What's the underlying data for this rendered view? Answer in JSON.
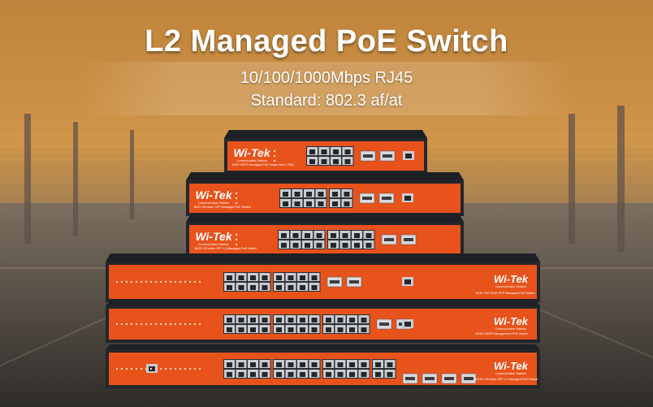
{
  "headline": {
    "title": "L2 Managed PoE Switch",
    "line1": "10/100/1000Mbps RJ45",
    "line2": "Standard: 802.3 af/at"
  },
  "brand": {
    "logo": "Wi-Tek",
    "tagline": "Communication Solution"
  },
  "colors": {
    "panel_orange": "#e8521b",
    "chassis_dark": "#23272c",
    "sky_amber": "#c98a3e",
    "text_white": "#ffffff"
  },
  "switches": [
    {
      "model": "8GE+2SFP Managed PoE Switch with 2 PoE",
      "ports": 8,
      "sfp": 2,
      "uplink": 1
    },
    {
      "model": "8GE+4Combo SFP Managed PoE Switch",
      "ports": 12,
      "sfp": 2,
      "uplink": 1
    },
    {
      "model": "16GE+2Combo SFP L2 Managed PoE Switch",
      "ports": 16,
      "sfp": 2,
      "uplink": 0
    },
    {
      "model": "16GE PoE+2GE SFP Managed PoE Switch",
      "ports": 16,
      "sfp": 2,
      "uplink": 1
    },
    {
      "model": "24GE+2SFP Management PoE Switch",
      "ports": 24,
      "sfp": 2,
      "uplink": 1
    },
    {
      "model": "24GE+4Combo SFP L2 Managed PoE Switch",
      "ports": 28,
      "sfp": 4,
      "uplink": 1
    }
  ]
}
